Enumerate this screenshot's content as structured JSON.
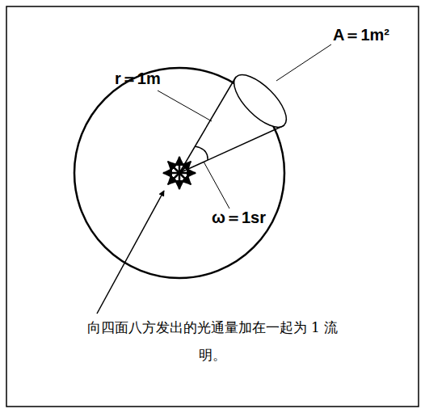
{
  "diagram": {
    "labels": [
      "A＝1m²",
      "r＝1m",
      "ω＝1sr",
      "向四面八方发出的光通量加在一起为 1 流明。"
    ]
  }
}
